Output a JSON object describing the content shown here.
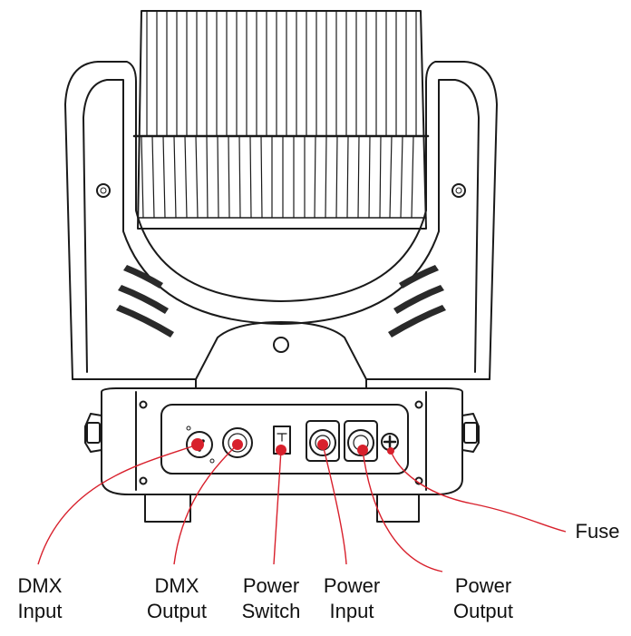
{
  "labels": {
    "dmx_input": [
      "DMX",
      "Input"
    ],
    "dmx_output": [
      "DMX",
      "Output"
    ],
    "power_switch": [
      "Power",
      "Switch"
    ],
    "power_input": [
      "Power",
      "Input"
    ],
    "power_output": [
      "Power",
      "Output"
    ],
    "fuse": "Fuse"
  },
  "colors": {
    "line": "#1a1a1a",
    "callout": "#d8202c",
    "fill_dark": "#2a2a2a",
    "background": "#ffffff"
  }
}
